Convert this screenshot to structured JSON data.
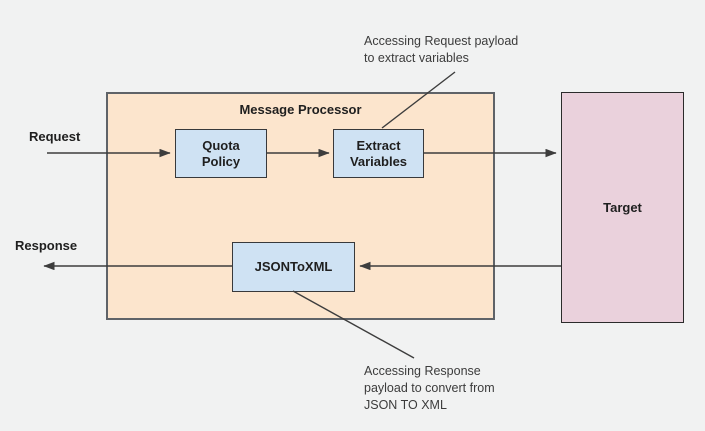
{
  "diagram": {
    "processor": {
      "title": "Message Processor"
    },
    "nodes": {
      "quota_policy": {
        "label": "Quota\nPolicy"
      },
      "extract_variables": {
        "label": "Extract\nVariables"
      },
      "json_to_xml": {
        "label": "JSONToXML"
      },
      "target": {
        "label": "Target"
      }
    },
    "flow_labels": {
      "request": "Request",
      "response": "Response"
    },
    "annotations": {
      "request_payload": "Accessing Request payload\nto extract variables",
      "response_payload": "Accessing Response\npayload to convert from\nJSON TO XML"
    },
    "colors": {
      "background": "#f1f2f2",
      "processor_fill": "#fce5cd",
      "processor_border": "#5f6368",
      "node_fill": "#cfe2f3",
      "node_border": "#38393b",
      "target_fill": "#ead1dc",
      "target_border": "#2b2b2b",
      "line": "#3d3d3d",
      "text": "#1f1f1f",
      "annotation_text": "#3c3c3c"
    }
  }
}
